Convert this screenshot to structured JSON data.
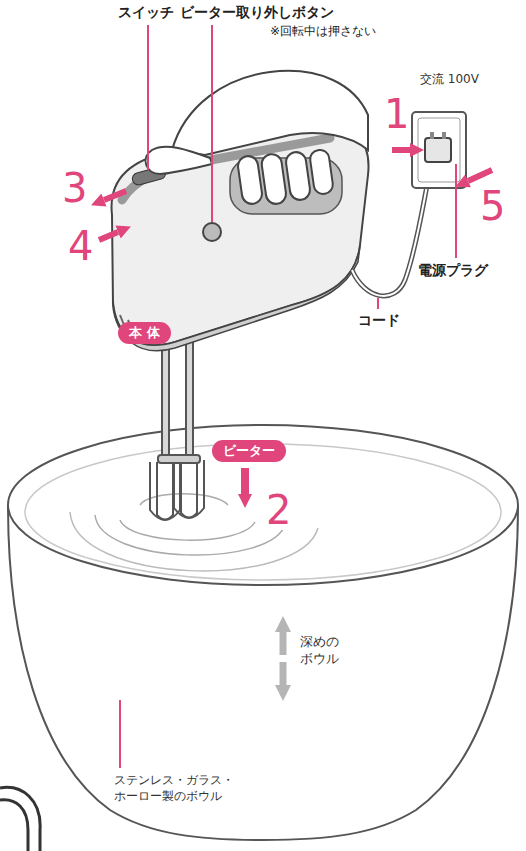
{
  "diagram": {
    "nodes": [
      {
        "text": [
          "本 体"
        ]
      },
      {
        "text": [
          "ビーター"
        ]
      }
    ],
    "labels": [
      "スイッチ",
      "ビーター取り外しボタン",
      "※回転中は押さない",
      "3",
      "4",
      "1",
      "5",
      "2",
      "交流 100V",
      "電源プラグ",
      "コード",
      "深めの ボウル",
      "ステンレス・ガラス・ ホーロー製のボウル"
    ]
  }
}
